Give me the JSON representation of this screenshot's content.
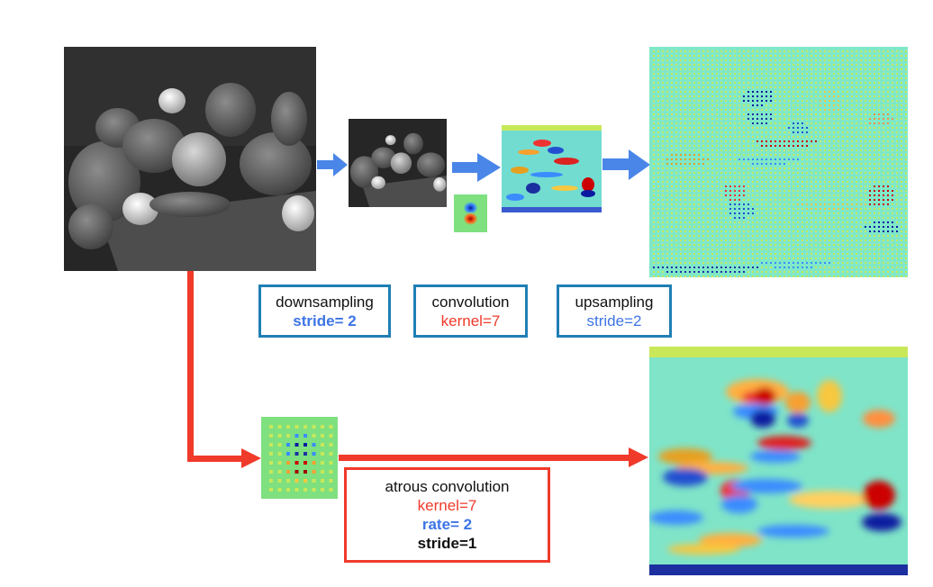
{
  "colors": {
    "blue_arrow": "#4a86e8",
    "red_arrow": "#f03a2a",
    "blue_box_border": "#1f7fb5",
    "red_box_border": "#f03a2a",
    "heatmap_background": "#7fe07f"
  },
  "images": {
    "input": "grayscale-peppers-photo",
    "downsampled": "grayscale-peppers-photo-small",
    "kernel": "heatmap-kernel-small",
    "conv_output": "heatmap-feature-map-small",
    "upsampled_output": "heatmap-feature-map-upsampled-dotted",
    "atrous_kernel": "heatmap-dilated-kernel-dots",
    "atrous_output": "heatmap-feature-map-dense"
  },
  "boxes": {
    "downsampling": {
      "title": "downsampling",
      "param": "stride= 2"
    },
    "convolution": {
      "title": "convolution",
      "param": "kernel=7"
    },
    "upsampling": {
      "title": "upsampling",
      "param": "stride=2"
    },
    "atrous": {
      "title": "atrous convolution",
      "kernel": "kernel=7",
      "rate": "rate= 2",
      "stride": "stride=1"
    }
  }
}
